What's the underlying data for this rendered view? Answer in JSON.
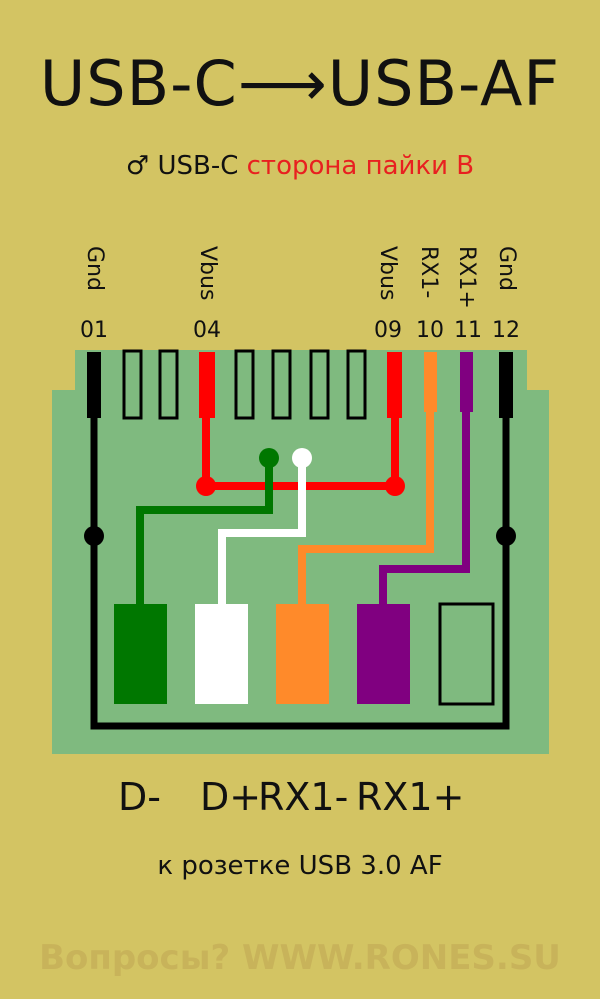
{
  "title": "USB-C⟶USB-AF",
  "subtitle": {
    "prefix": "♂ USB-C",
    "highlight": "сторона пайки B"
  },
  "pins": [
    {
      "num": "01",
      "label": "Gnd",
      "color": "#000000"
    },
    {
      "num": "04",
      "label": "Vbus",
      "color": "#ff0000"
    },
    {
      "num": "09",
      "label": "Vbus",
      "color": "#ff0000"
    },
    {
      "num": "10",
      "label": "RX1-",
      "color": "#ff8a2a"
    },
    {
      "num": "11",
      "label": "RX1+",
      "color": "#800080"
    },
    {
      "num": "12",
      "label": "Gnd",
      "color": "#000000"
    }
  ],
  "pads": [
    {
      "label": "D-",
      "color": "#007700"
    },
    {
      "label": "D+",
      "color": "#ffffff"
    },
    {
      "label": "RX1-",
      "color": "#ff8a2a"
    },
    {
      "label": "RX1+",
      "color": "#800080"
    }
  ],
  "footer": "к розетке USB 3.0 AF",
  "watermark": "Вопросы? WWW.RONES.SU",
  "colors": {
    "background": "#d3c463",
    "board": "#7fba7f",
    "gnd": "#000000",
    "vbus": "#ff0000",
    "d_minus": "#007700",
    "d_plus": "#ffffff",
    "rx1_minus": "#ff8a2a",
    "rx1_plus": "#800080"
  }
}
